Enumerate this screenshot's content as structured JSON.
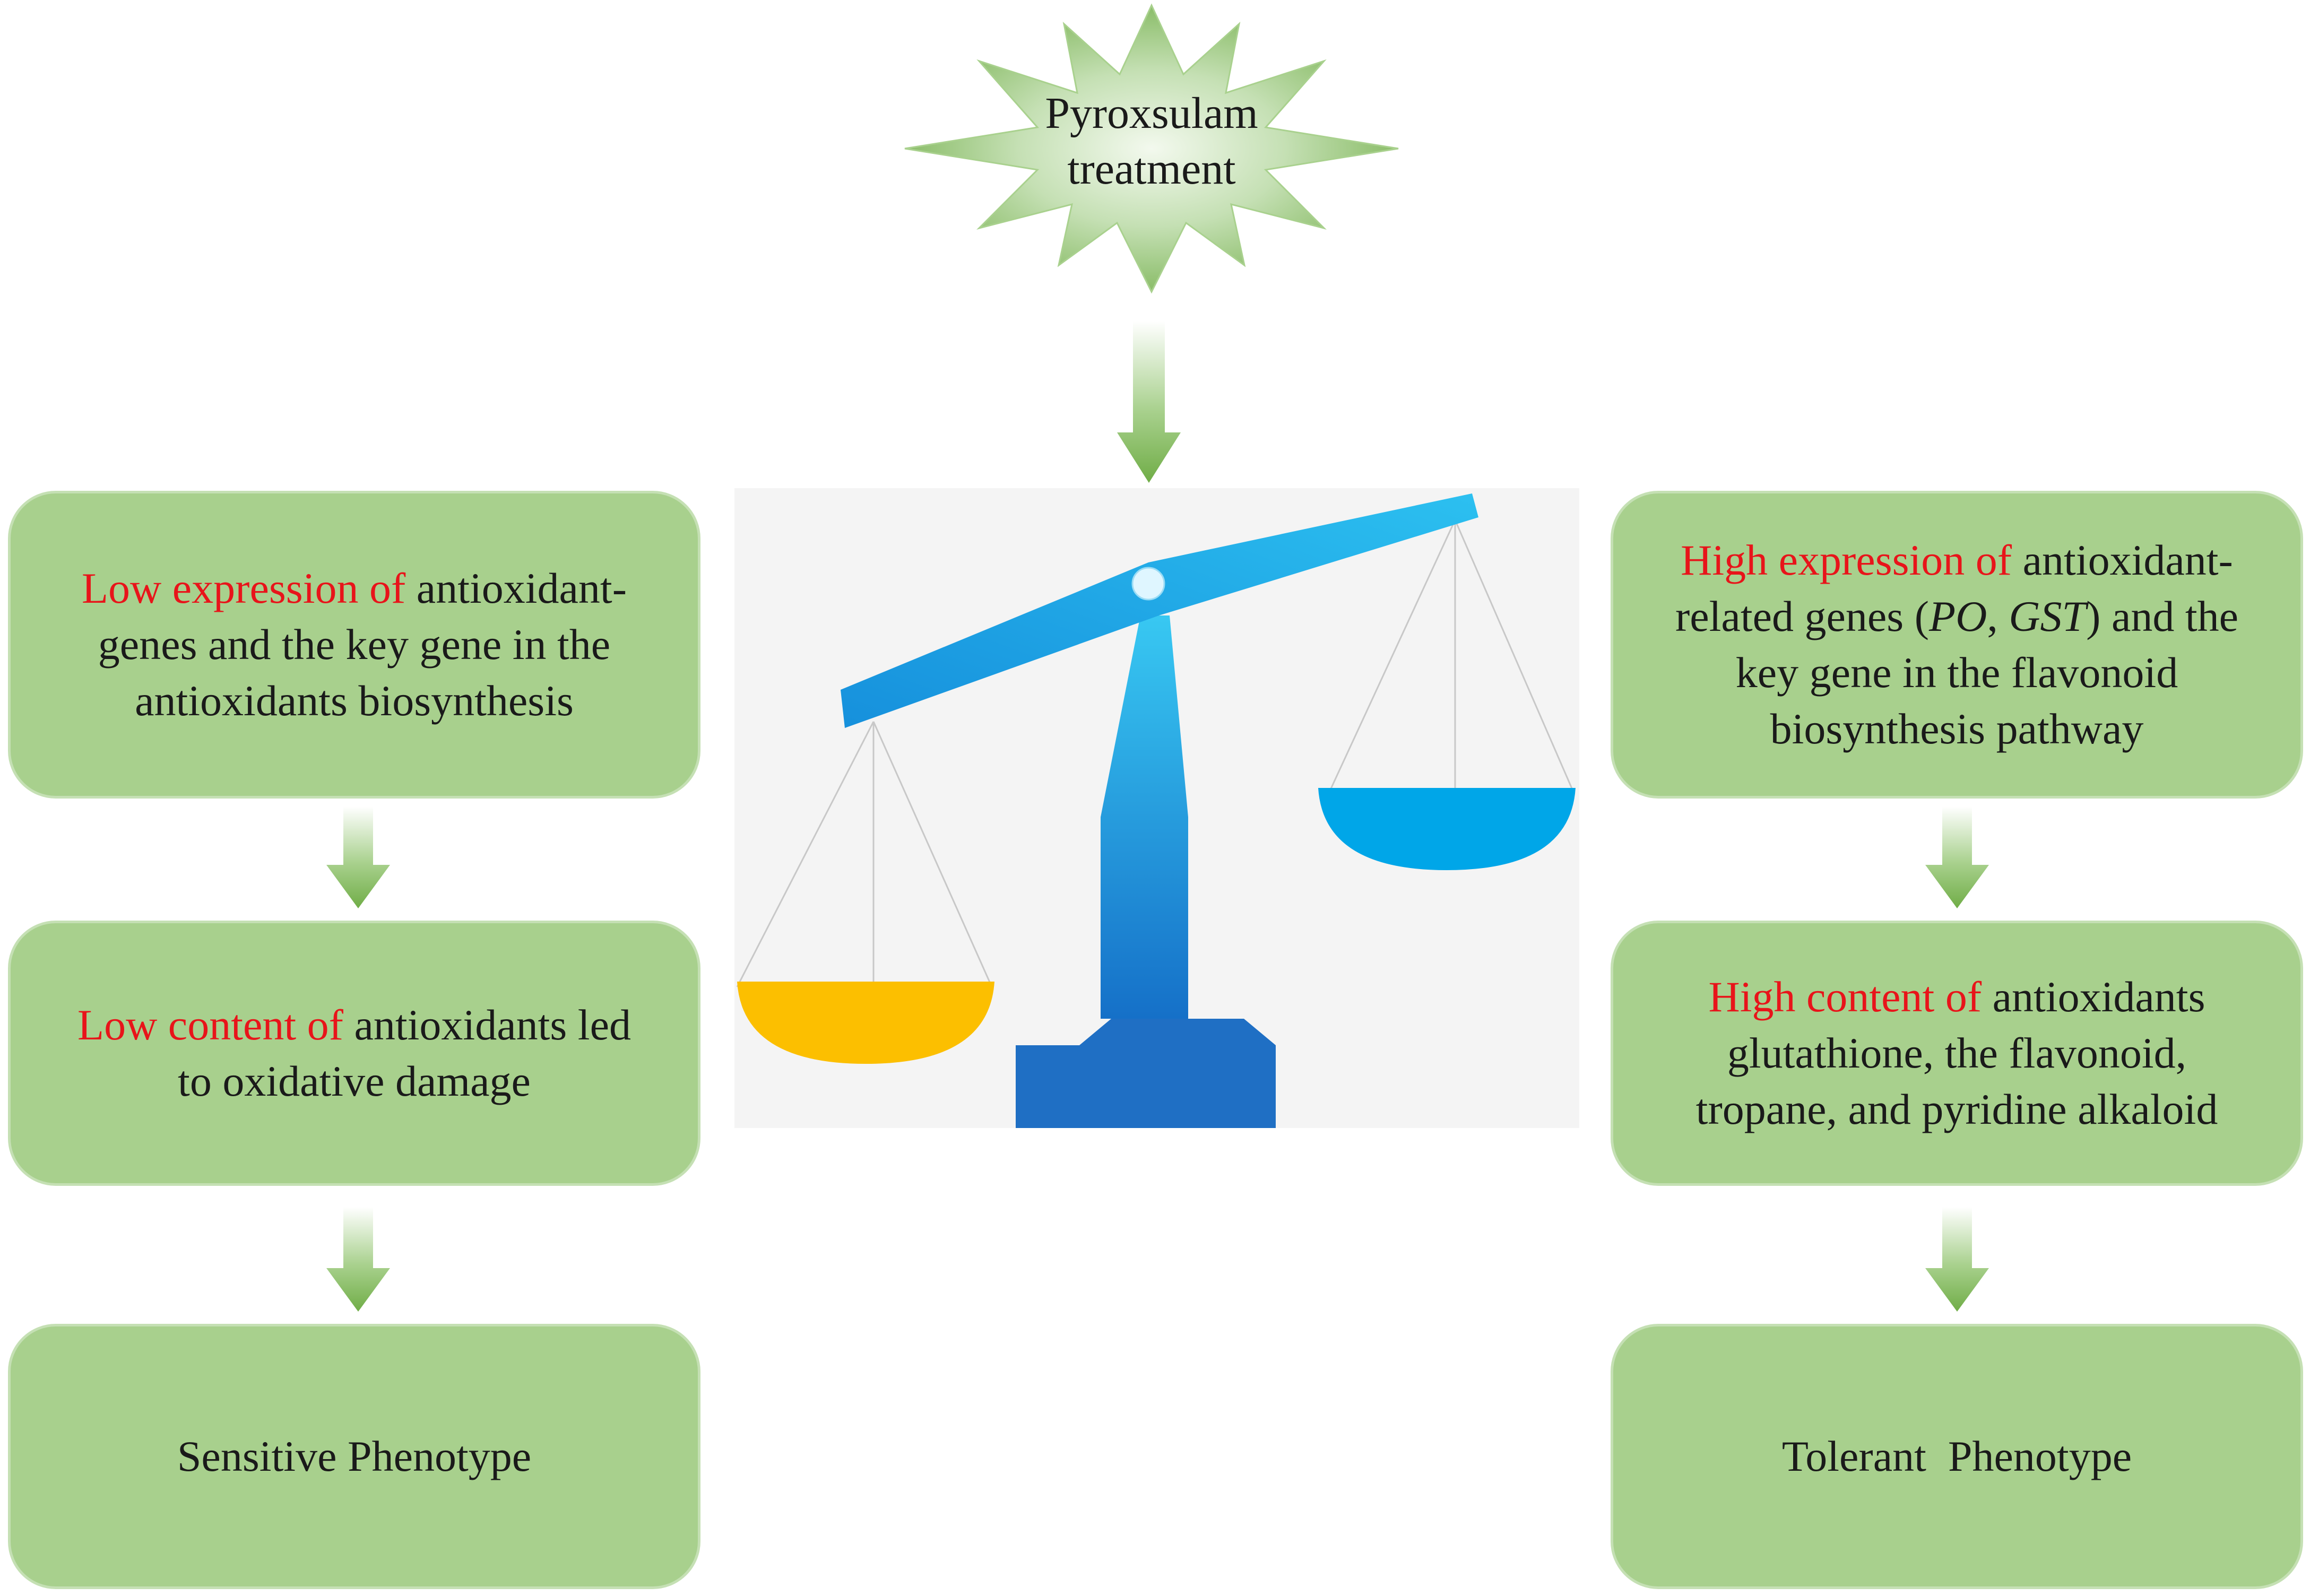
{
  "trigger": {
    "line1": "Pyroxsulam",
    "line2": "treatment"
  },
  "left": {
    "box1": {
      "highlight": "Low expression of",
      "line1_rest": " antioxidant-",
      "line2": "genes and the key gene in the",
      "line3": "antioxidants biosynthesis"
    },
    "box2": {
      "highlight": "Low content of",
      "line1_rest": " antioxidants led",
      "line2": "to oxidative damage"
    },
    "box3": {
      "text": "Sensitive Phenotype"
    }
  },
  "right": {
    "box1": {
      "highlight": "High expression of",
      "line1_rest": " antioxidant-",
      "line2_a": "related genes (",
      "line2_b": "PO",
      "line2_c": ", ",
      "line2_d": "GST",
      "line2_e": ") and the",
      "line3": "key gene in the flavonoid",
      "line4": "biosynthesis pathway"
    },
    "box2": {
      "highlight": "High content of",
      "line1_rest": " antioxidants",
      "line2": "glutathione, the flavonoid,",
      "line3": "tropane, and pyridine alkaloid"
    },
    "box3": {
      "text": "Tolerant  Phenotype"
    }
  },
  "colors": {
    "box_fill": "#a8d08d",
    "highlight": "#e8141a",
    "beam_blue": "#1aa6e8",
    "left_pan": "#fcbf00",
    "right_pan": "#00a6e8"
  }
}
